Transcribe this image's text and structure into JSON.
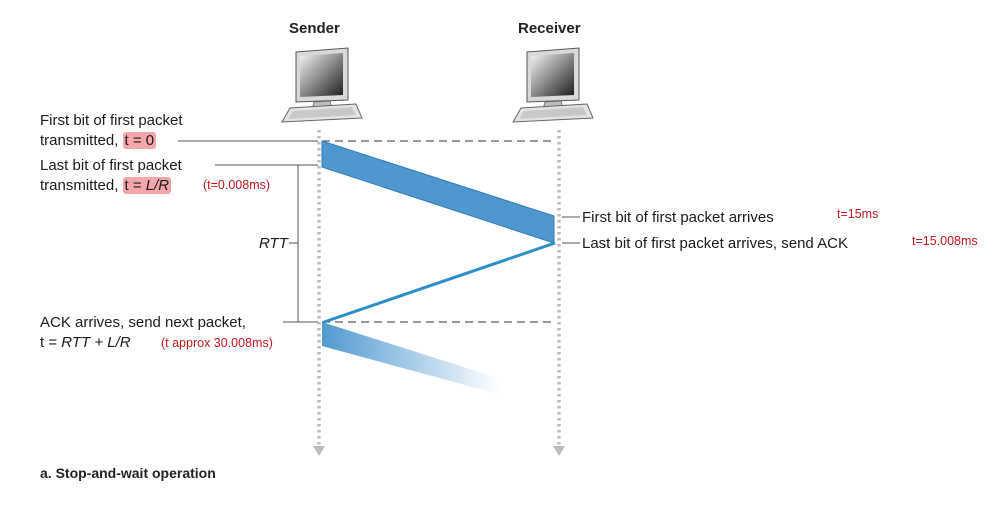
{
  "sender": {
    "label": "Sender"
  },
  "receiver": {
    "label": "Receiver"
  },
  "events": {
    "first_bit_sent": {
      "line1": "First bit of first packet",
      "line2_prefix": "transmitted, ",
      "t_value": "t = 0"
    },
    "last_bit_sent": {
      "line1": "Last bit of first packet",
      "line2_prefix": "transmitted, ",
      "t_prefix": "t = ",
      "t_italic": "L/R",
      "note": "(t=0.008ms)"
    },
    "rtt": {
      "label": "RTT"
    },
    "first_bit_arrives": {
      "text": "First bit of first packet arrives",
      "note": "t=15ms"
    },
    "last_bit_arrives": {
      "text": "Last bit of first packet arrives, send ACK",
      "note": "t=15.008ms"
    },
    "ack_arrives": {
      "line1": "ACK arrives, send next packet,",
      "t_prefix": "t = ",
      "t_italic": "RTT + L/R",
      "note": "(t approx 30.008ms)"
    }
  },
  "caption": "a. Stop-and-wait operation",
  "colors": {
    "packet": "#4f98cf",
    "ack_line": "#2d8fc8",
    "highlight": "#f4a6a9",
    "note": "#c0161d",
    "timeline": "#bbbbbb"
  }
}
